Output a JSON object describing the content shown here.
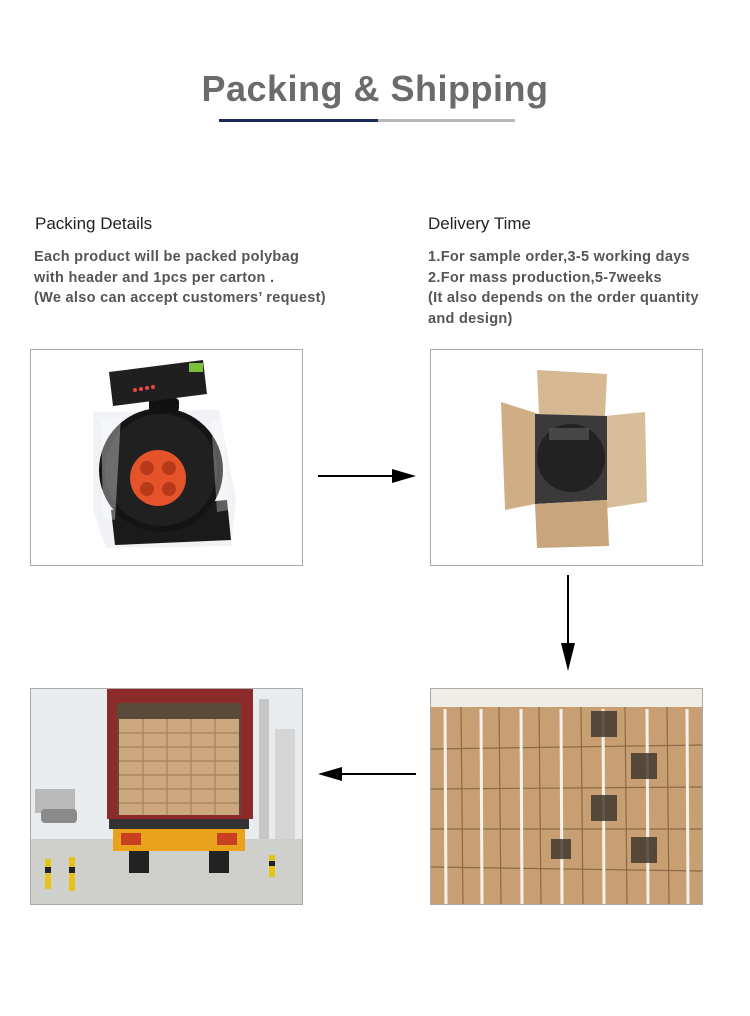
{
  "page": {
    "title": "Packing & Shipping"
  },
  "packing": {
    "heading": "Packing Details",
    "lines": [
      "Each product will be packed polybag",
      "with header and 1pcs per carton .",
      "(We also can accept customers’ request)"
    ]
  },
  "delivery": {
    "heading": "Delivery Time",
    "lines": [
      "1.For sample order,3-5 working days",
      "2.For mass production,5-7weeks",
      "(It also depends on the order quantity",
      "and design)"
    ]
  },
  "colors": {
    "title": "#6b6b6b",
    "rule_dark": "#1c2a5c",
    "rule_light": "#b8b8b8",
    "reel_orange": "#e4532a",
    "carton": "#cfae86"
  },
  "icons": {
    "flow_1": "arrow-right-icon",
    "flow_2": "arrow-down-icon",
    "flow_3": "arrow-left-icon"
  }
}
